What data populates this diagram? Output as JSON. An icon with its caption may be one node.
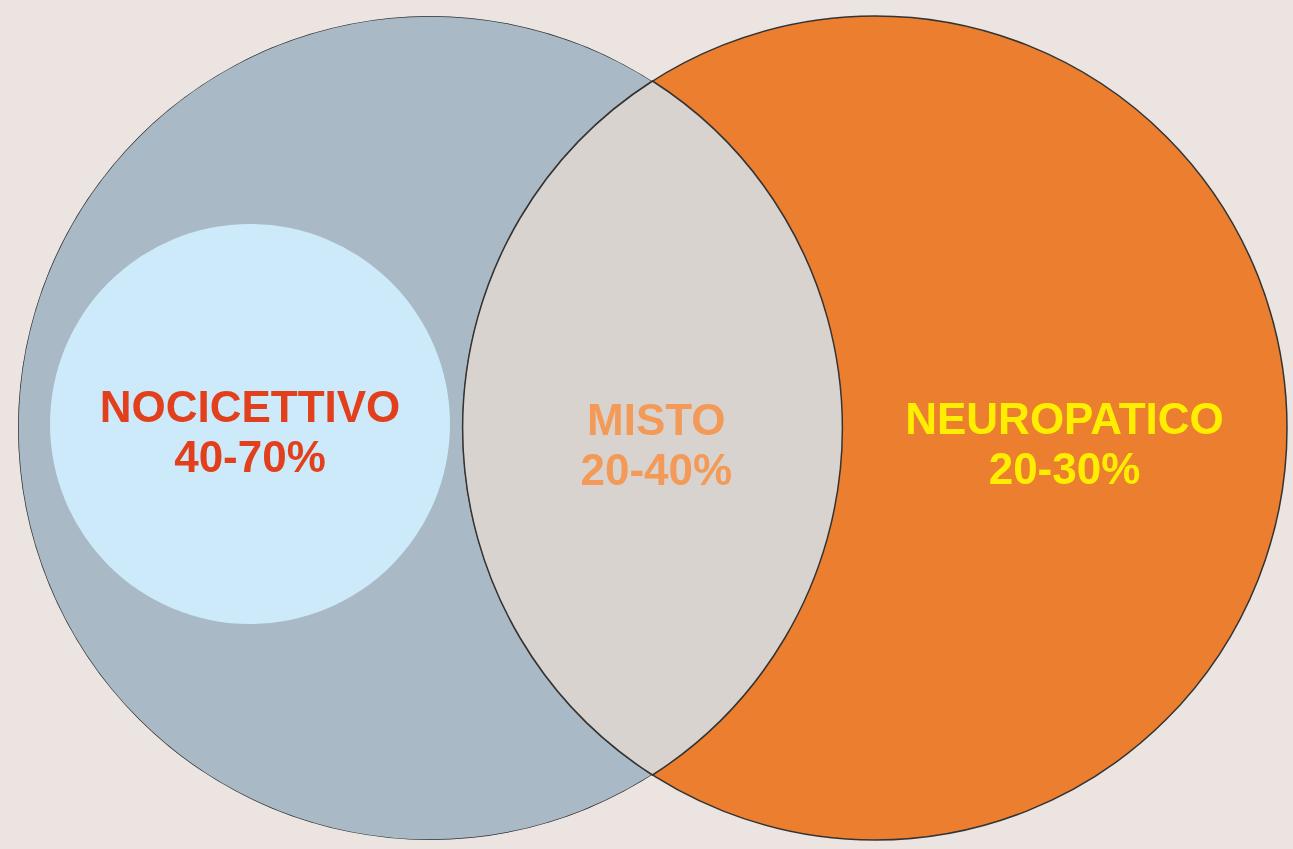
{
  "diagram": {
    "nodes": [
      {
        "text": [],
        "shape": "circle"
      },
      {
        "text": [
          "NOCICETTIVO",
          "40-70%"
        ],
        "in": 0
      },
      {
        "text": [
          "MISTO",
          "20-40%"
        ]
      },
      {
        "text": [
          "NEUROPATICO",
          "20-30%"
        ]
      }
    ]
  }
}
